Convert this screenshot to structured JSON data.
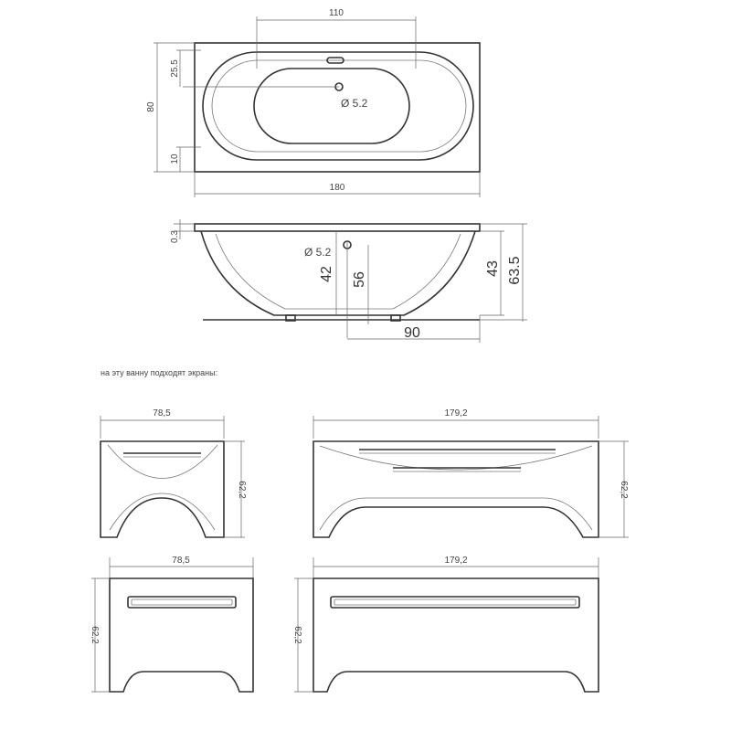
{
  "top_view": {
    "dims": {
      "rim_width": "110",
      "drain_offset": "25.5",
      "width": "80",
      "edge": "10",
      "length": "180",
      "drain_diameter": "Ø 5.2"
    }
  },
  "side_view": {
    "dims": {
      "rim_thickness": "0.3",
      "drain_diameter": "Ø 5.2",
      "inner_depth": "42",
      "drain_height": "56",
      "bath_height": "43",
      "total_height": "63.5",
      "drain_distance": "90"
    }
  },
  "note": "на эту ванну подходят экраны:",
  "panels": {
    "curved_short": {
      "width": "78,5",
      "height": "62,2"
    },
    "curved_long": {
      "width": "179,2",
      "height": "62,2"
    },
    "flat_short": {
      "width": "78,5",
      "height": "62,2"
    },
    "flat_long": {
      "width": "179,2",
      "height": "62,2"
    }
  }
}
